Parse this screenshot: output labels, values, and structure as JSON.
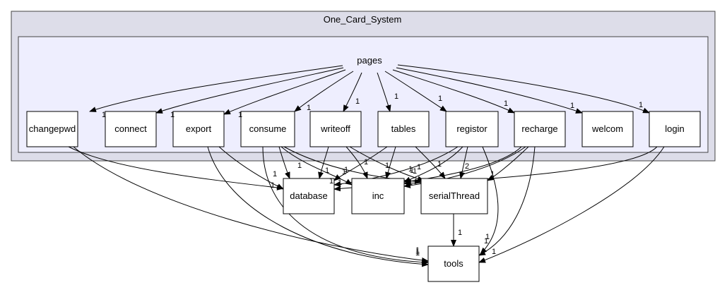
{
  "outer_cluster": {
    "title": "One_Card_System"
  },
  "inner_cluster": {
    "title": "pages"
  },
  "colors": {
    "outer_fill": "#dddde9",
    "inner_fill": "#eeeefe",
    "border": "#444444",
    "edge": "#000000"
  },
  "page_nodes": [
    {
      "id": "changepwd",
      "label": "changepwd",
      "count_from_pages": "1"
    },
    {
      "id": "connect",
      "label": "connect",
      "count_from_pages": "1"
    },
    {
      "id": "export",
      "label": "export",
      "count_from_pages": "1"
    },
    {
      "id": "consume",
      "label": "consume",
      "count_from_pages": "1"
    },
    {
      "id": "writeoff",
      "label": "writeoff",
      "count_from_pages": "1"
    },
    {
      "id": "tables",
      "label": "tables",
      "count_from_pages": "1"
    },
    {
      "id": "registor",
      "label": "registor",
      "count_from_pages": "1"
    },
    {
      "id": "recharge",
      "label": "recharge",
      "count_from_pages": "1"
    },
    {
      "id": "welcom",
      "label": "welcom",
      "count_from_pages": "1"
    },
    {
      "id": "login",
      "label": "login",
      "count_from_pages": "1"
    }
  ],
  "dependency_nodes": [
    {
      "id": "database",
      "label": "database"
    },
    {
      "id": "inc",
      "label": "inc"
    },
    {
      "id": "serialThread",
      "label": "serialThread"
    },
    {
      "id": "tools",
      "label": "tools"
    }
  ],
  "edges": [
    {
      "from": "pages",
      "to": "changepwd",
      "label": "1"
    },
    {
      "from": "pages",
      "to": "connect",
      "label": "1"
    },
    {
      "from": "pages",
      "to": "export",
      "label": "1"
    },
    {
      "from": "pages",
      "to": "consume",
      "label": "1"
    },
    {
      "from": "pages",
      "to": "writeoff",
      "label": "1"
    },
    {
      "from": "pages",
      "to": "tables",
      "label": "1"
    },
    {
      "from": "pages",
      "to": "registor",
      "label": "1"
    },
    {
      "from": "pages",
      "to": "recharge",
      "label": "1"
    },
    {
      "from": "pages",
      "to": "welcom",
      "label": "1"
    },
    {
      "from": "pages",
      "to": "login",
      "label": "1"
    },
    {
      "from": "changepwd",
      "to": "database",
      "label": "1"
    },
    {
      "from": "changepwd",
      "to": "tools",
      "label": "1"
    },
    {
      "from": "export",
      "to": "database",
      "label": "1"
    },
    {
      "from": "export",
      "to": "tools",
      "label": "1"
    },
    {
      "from": "consume",
      "to": "database",
      "label": "1"
    },
    {
      "from": "consume",
      "to": "inc",
      "label": "1"
    },
    {
      "from": "consume",
      "to": "serialThread",
      "label": "1"
    },
    {
      "from": "consume",
      "to": "tools",
      "label": "1"
    },
    {
      "from": "writeoff",
      "to": "database",
      "label": "1"
    },
    {
      "from": "writeoff",
      "to": "inc",
      "label": "1"
    },
    {
      "from": "writeoff",
      "to": "serialThread",
      "label": "1"
    },
    {
      "from": "tables",
      "to": "database",
      "label": "1"
    },
    {
      "from": "tables",
      "to": "inc",
      "label": "1"
    },
    {
      "from": "tables",
      "to": "serialThread",
      "label": "1"
    },
    {
      "from": "registor",
      "to": "database",
      "label": "1"
    },
    {
      "from": "registor",
      "to": "inc",
      "label": "1"
    },
    {
      "from": "registor",
      "to": "serialThread",
      "label": "2"
    },
    {
      "from": "registor",
      "to": "tools",
      "label": "1"
    },
    {
      "from": "recharge",
      "to": "database",
      "label": "1"
    },
    {
      "from": "recharge",
      "to": "inc",
      "label": "1"
    },
    {
      "from": "recharge",
      "to": "serialThread",
      "label": "1"
    },
    {
      "from": "recharge",
      "to": "tools",
      "label": "1"
    },
    {
      "from": "login",
      "to": "inc",
      "label": "1"
    },
    {
      "from": "login",
      "to": "tools",
      "label": "1"
    },
    {
      "from": "serialThread",
      "to": "tools",
      "label": "1"
    }
  ]
}
